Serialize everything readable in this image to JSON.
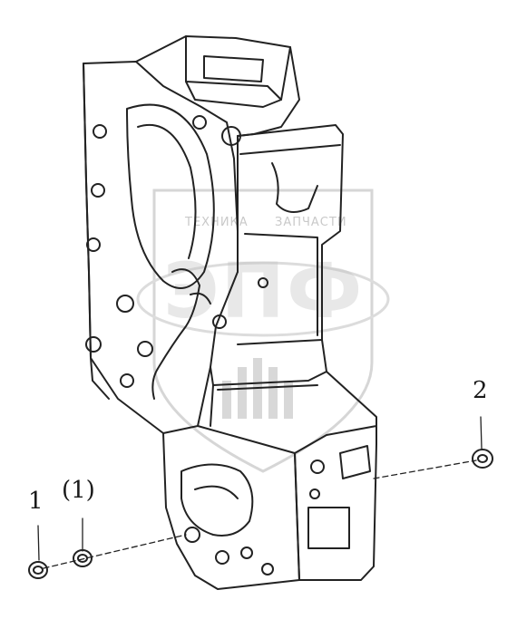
{
  "callouts": {
    "part_1": "1",
    "part_1_alt": "(1)",
    "part_2": "2"
  },
  "watermark": {
    "line1_left": "ТЕХНИКА",
    "line1_right": "ЗАПЧАСТИ",
    "logo": "ЭПФ"
  },
  "colors": {
    "line": "#222222",
    "watermark": "#c9c9c9"
  }
}
